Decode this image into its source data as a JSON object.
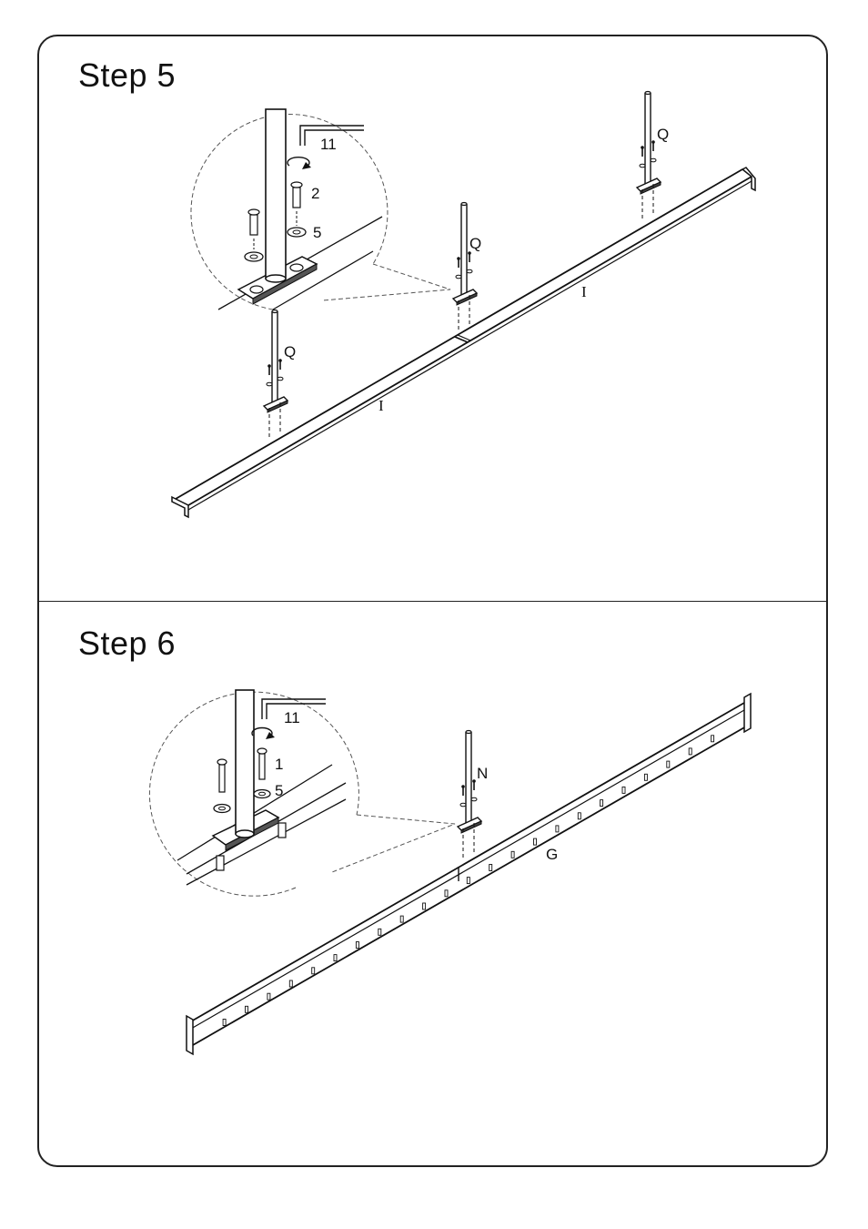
{
  "step5": {
    "title": "Step  5",
    "labels": {
      "tool": "11",
      "screw": "2",
      "washer": "5",
      "post": "Q",
      "rail": "I"
    }
  },
  "step6": {
    "title": "Step  6",
    "labels": {
      "tool": "11",
      "screw": "1",
      "washer": "5",
      "post": "N",
      "rail": "G"
    }
  }
}
